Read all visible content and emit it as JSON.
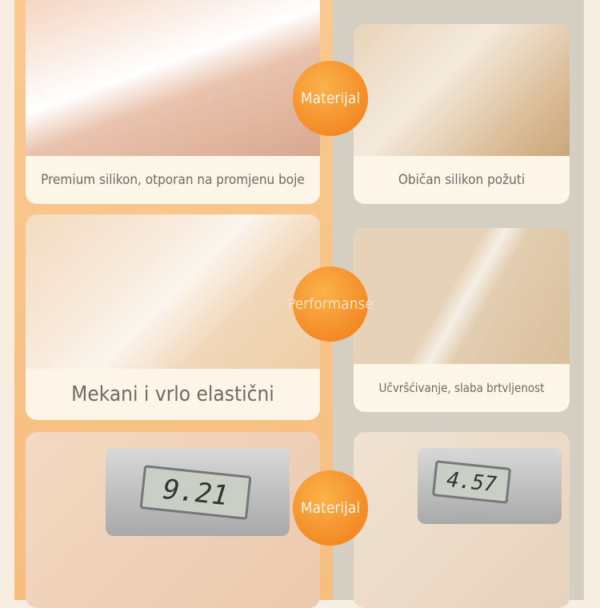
{
  "rows": [
    {
      "badge": "Materijal",
      "left_caption": "Premium silikon, otporan na promjenu boje",
      "right_caption": "Običan silikon požuti"
    },
    {
      "badge": "Performanse",
      "left_caption": "Mekani i vrlo elastični",
      "right_caption": "Učvršćivanje, slaba brtvljenost"
    },
    {
      "badge": "Materijal",
      "left_reading": "9.21",
      "right_reading": "4.57"
    }
  ],
  "colors": {
    "accent": "#f28a22",
    "left_bg": "#f9c98f",
    "right_bg": "#d5cfc3"
  }
}
